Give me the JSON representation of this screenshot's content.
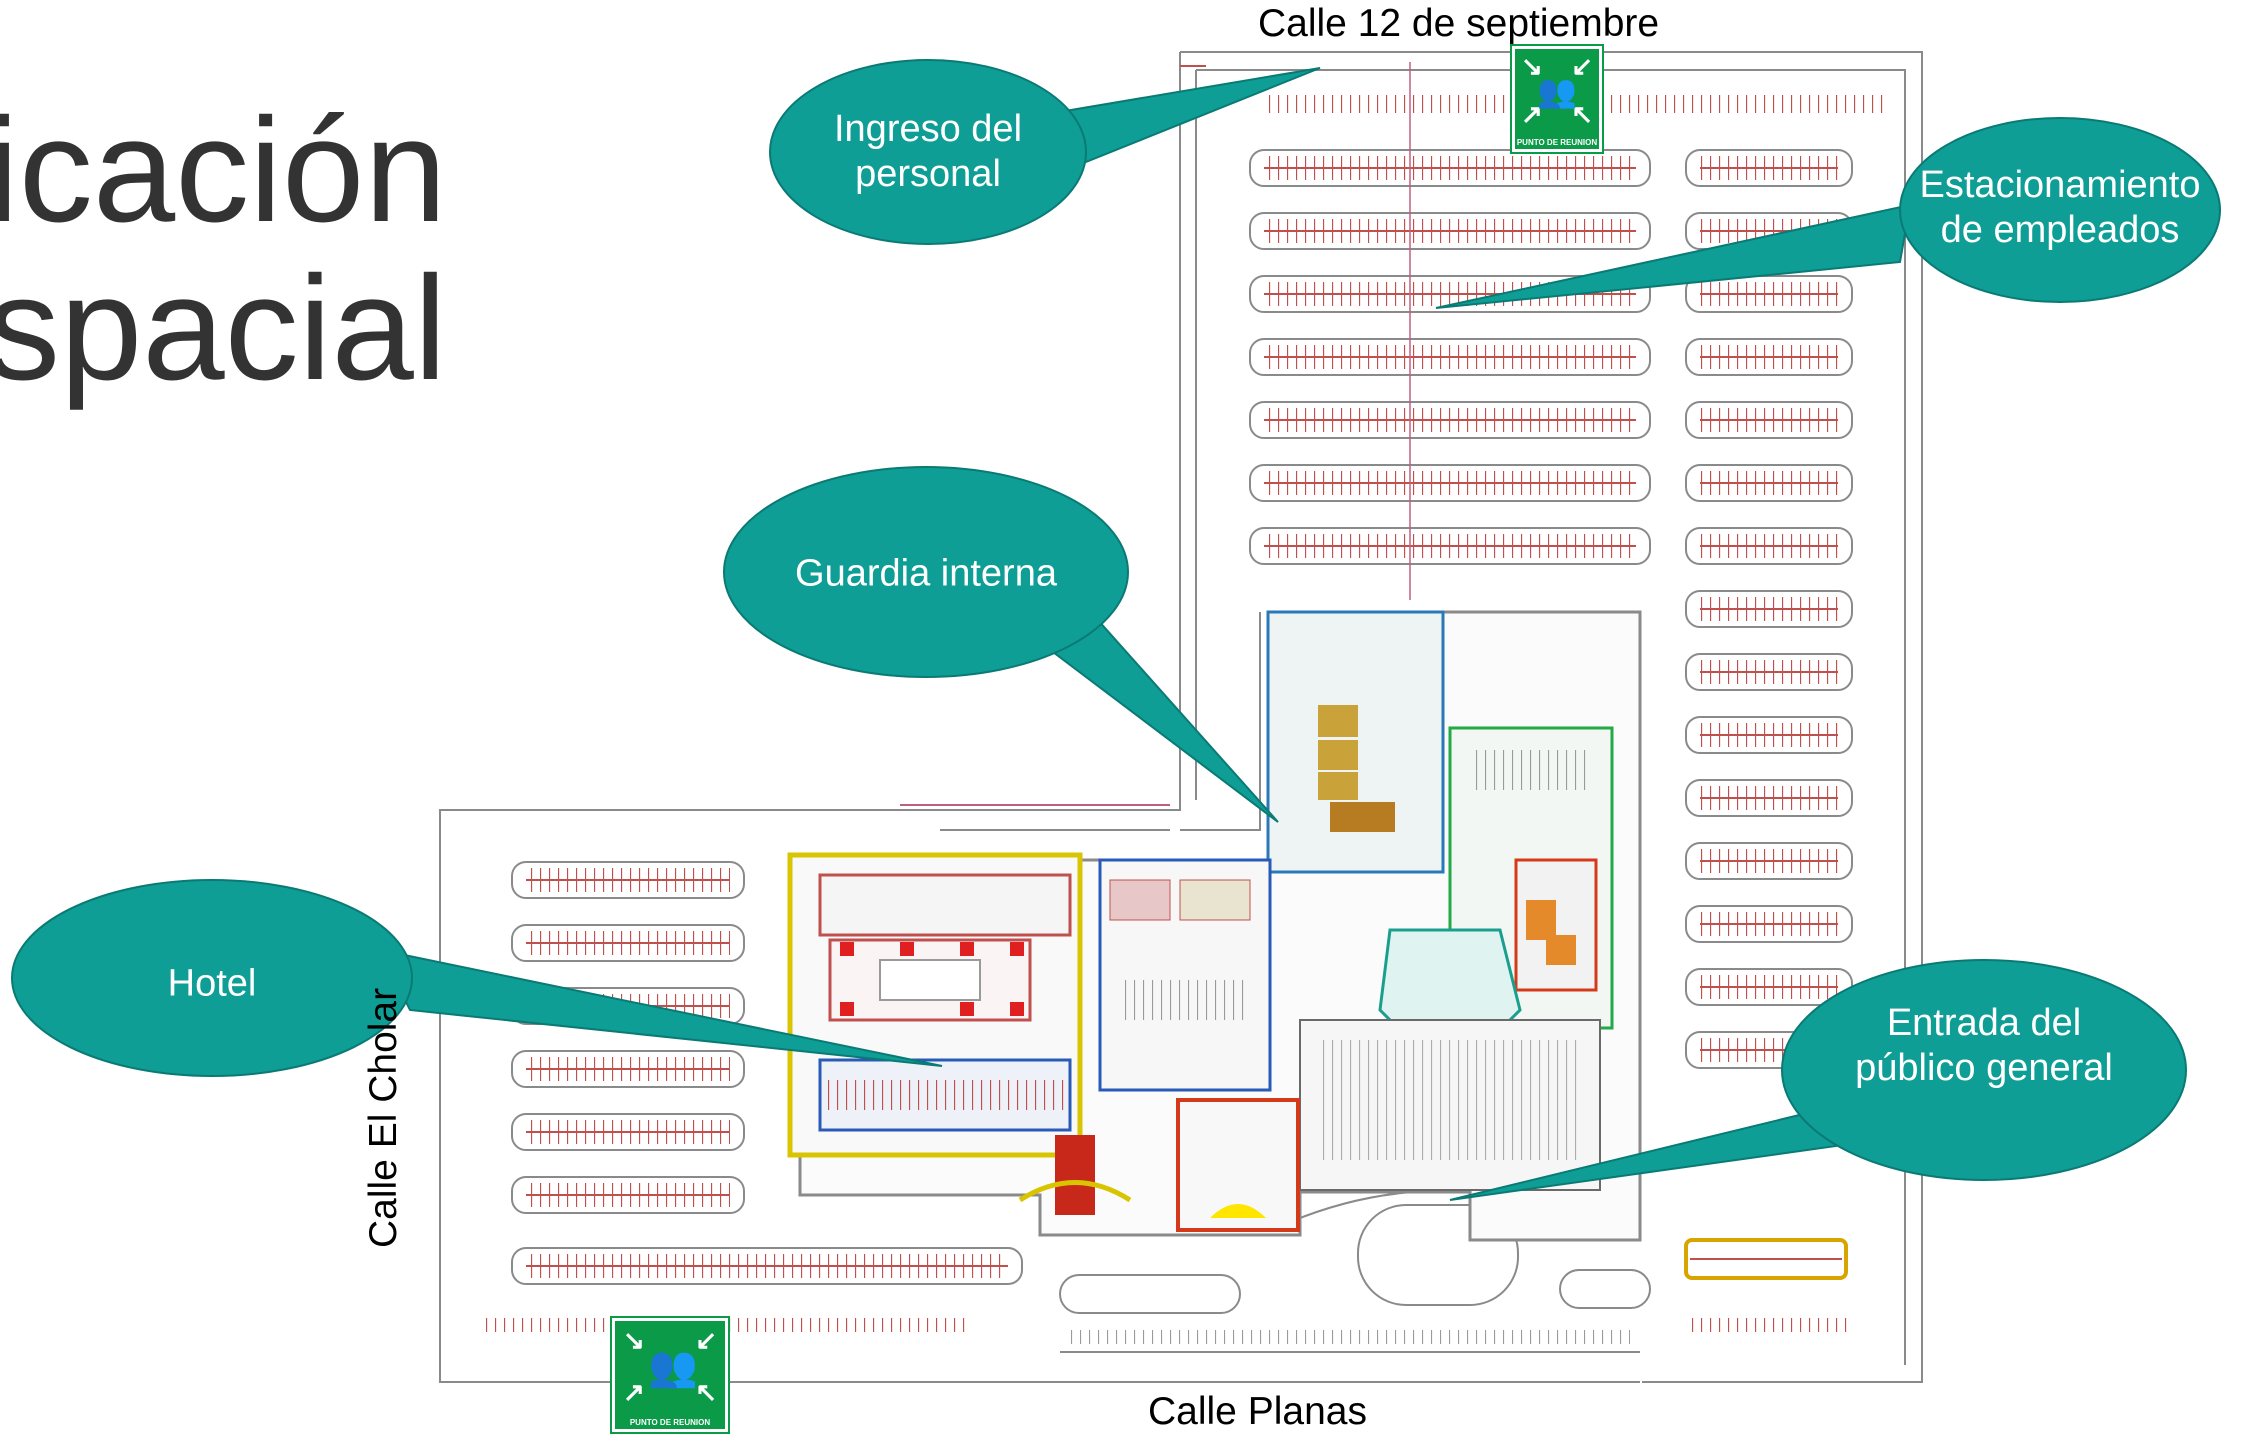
{
  "title": {
    "line1": "icación",
    "line2": "spacial"
  },
  "streets": {
    "top": "Calle 12 de septiembre",
    "bottom": "Calle Planas",
    "left": "Calle El Cholar"
  },
  "callouts": {
    "ingreso": {
      "line1": "Ingreso del",
      "line2": "personal"
    },
    "estacionamiento": {
      "line1": "Estacionamiento",
      "line2": "de empleados"
    },
    "guardia": {
      "line1": "Guardia interna"
    },
    "hotel": {
      "line1": "Hotel"
    },
    "entrada": {
      "line1": "Entrada del",
      "line2": "público general"
    }
  },
  "meeting_points": {
    "top_label": "PUNTO DE REUNION",
    "bottom_label": "PUNTO DE REUNION"
  },
  "colors": {
    "callout_fill": "#0e9e96",
    "callout_stroke": "#0a7a74",
    "sign_green": "#0a9a48",
    "parking_line": "#c0504d",
    "plan_line": "#8a8a8a"
  },
  "icons": [
    "assembly-point-icon",
    "people-icon"
  ]
}
